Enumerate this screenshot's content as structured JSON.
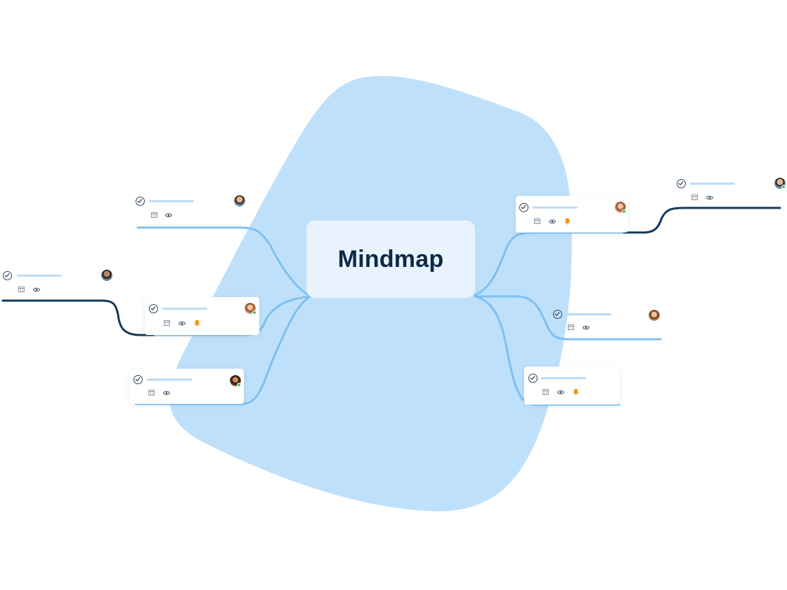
{
  "central_node": {
    "label": "Mindmap"
  },
  "colors": {
    "blob": "#bfe0fa",
    "central_bg": "#e8f3fd",
    "central_text": "#0c2a45",
    "branch_light": "#7ec0f3",
    "branch_dark": "#123a5c",
    "title_placeholder": "#bcdcf7",
    "bell": "#f7930f",
    "online": "#49c06a"
  },
  "cards": [
    {
      "id": "left-top",
      "side": "left",
      "icons": [
        "checkmark-icon",
        "calendar-icon",
        "eye-icon"
      ],
      "bell": false,
      "avatar": "avatar-man"
    },
    {
      "id": "left-middle",
      "side": "left",
      "icons": [
        "checkmark-icon",
        "calendar-icon",
        "eye-icon",
        "bell-icon"
      ],
      "bell": true,
      "avatar": "avatar-woman"
    },
    {
      "id": "left-bottom",
      "side": "left",
      "icons": [
        "checkmark-icon",
        "calendar-icon",
        "eye-icon"
      ],
      "bell": false,
      "avatar": "avatar-woman-dark"
    },
    {
      "id": "left-subnode",
      "side": "left",
      "icons": [
        "checkmark-icon",
        "calendar-icon",
        "eye-icon"
      ],
      "bell": false,
      "avatar": "avatar-man"
    },
    {
      "id": "right-top",
      "side": "right",
      "icons": [
        "checkmark-icon",
        "calendar-icon",
        "eye-icon",
        "bell-icon"
      ],
      "bell": true,
      "avatar": "avatar-woman"
    },
    {
      "id": "right-middle",
      "side": "right",
      "icons": [
        "checkmark-icon",
        "calendar-icon",
        "eye-icon"
      ],
      "bell": false,
      "avatar": "avatar-woman"
    },
    {
      "id": "right-bottom",
      "side": "right",
      "icons": [
        "checkmark-icon",
        "calendar-icon",
        "eye-icon",
        "bell-icon"
      ],
      "bell": true,
      "avatar": "none"
    },
    {
      "id": "right-subnode",
      "side": "right",
      "icons": [
        "checkmark-icon",
        "calendar-icon",
        "eye-icon"
      ],
      "bell": false,
      "avatar": "avatar-man"
    }
  ]
}
